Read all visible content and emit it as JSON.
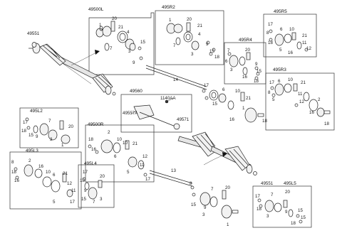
{
  "diagram": {
    "front_left_assy": "49500R",
    "front_right_assy": "49500L",
    "kit_outer_right": "495R2",
    "kit_inner_right": "495R4",
    "kit_boot_right": "495R5",
    "kit_outer_right_b": "495R3",
    "kit_left": "495L2",
    "kit_left_b": "495L3",
    "kit_left_c": "495L4",
    "kit_left_d": "495L5",
    "bracket_assy": "49560",
    "bolt": "1140AA",
    "bracket_part": "49557A",
    "bearing": "49571",
    "dust_cover_top": "49551",
    "dust_cover_bottom": "49551",
    "shaft": "14",
    "shaft_left": "13",
    "n1": "1",
    "n2": "2",
    "n3": "3",
    "n4": "4",
    "n5": "5",
    "n6": "6",
    "n7": "7",
    "n8": "8",
    "n9": "9",
    "n10": "10",
    "n11": "11",
    "n12": "12",
    "n15": "15",
    "n16": "16",
    "n17": "17",
    "n18": "18",
    "n20": "20",
    "n21": "21"
  }
}
